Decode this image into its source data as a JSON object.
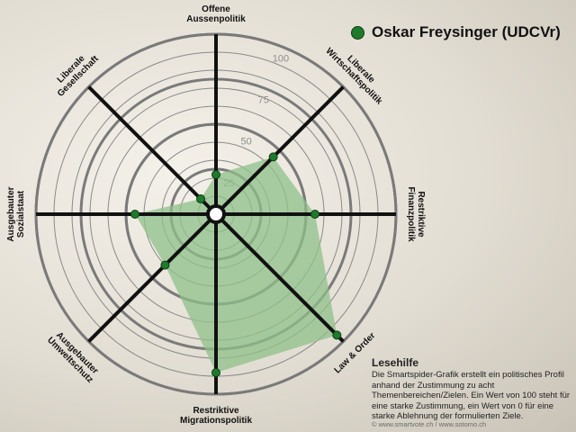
{
  "chart_data": {
    "type": "radar",
    "axis_ticks": [
      "25",
      "50",
      "75",
      "100"
    ],
    "range": [
      0,
      100
    ],
    "axes": [
      {
        "label_lines": [
          "Offene",
          "Aussenpolitik"
        ]
      },
      {
        "label_lines": [
          "Liberale",
          "Wirtschaftspolitik"
        ]
      },
      {
        "label_lines": [
          "Restriktive",
          "Finanzpolitik"
        ]
      },
      {
        "label_lines": [
          "Law & Order"
        ]
      },
      {
        "label_lines": [
          "Restriktive",
          "Migrationspolitik"
        ]
      },
      {
        "label_lines": [
          "Ausgebauter",
          "Umweltschutz"
        ]
      },
      {
        "label_lines": [
          "Ausgebauter",
          "Sozialstaat"
        ]
      },
      {
        "label_lines": [
          "Liberale",
          "Gesellschaft"
        ]
      }
    ],
    "series": [
      {
        "name": "Oskar Freysinger (UDCVr)",
        "values": [
          22,
          45,
          55,
          95,
          88,
          40,
          45,
          12
        ]
      }
    ],
    "colors": {
      "fill": "#8fc08a",
      "point": "#1f7a2c",
      "spoke": "#111111",
      "ring": "#8a8a8a"
    }
  },
  "legend": {
    "name": "Oskar Freysinger (UDCVr)"
  },
  "help": {
    "title": "Lesehilfe",
    "text": "Die Smartspider-Grafik erstellt ein politisches Profil anhand der Zustimmung zu acht Themenbereichen/Zielen. Ein Wert von 100 steht für eine starke Zustimmung, ein Wert von 0 für eine starke Ablehnung der formulierten Ziele."
  },
  "copyright": "© www.smartvote.ch / www.sotomo.ch"
}
